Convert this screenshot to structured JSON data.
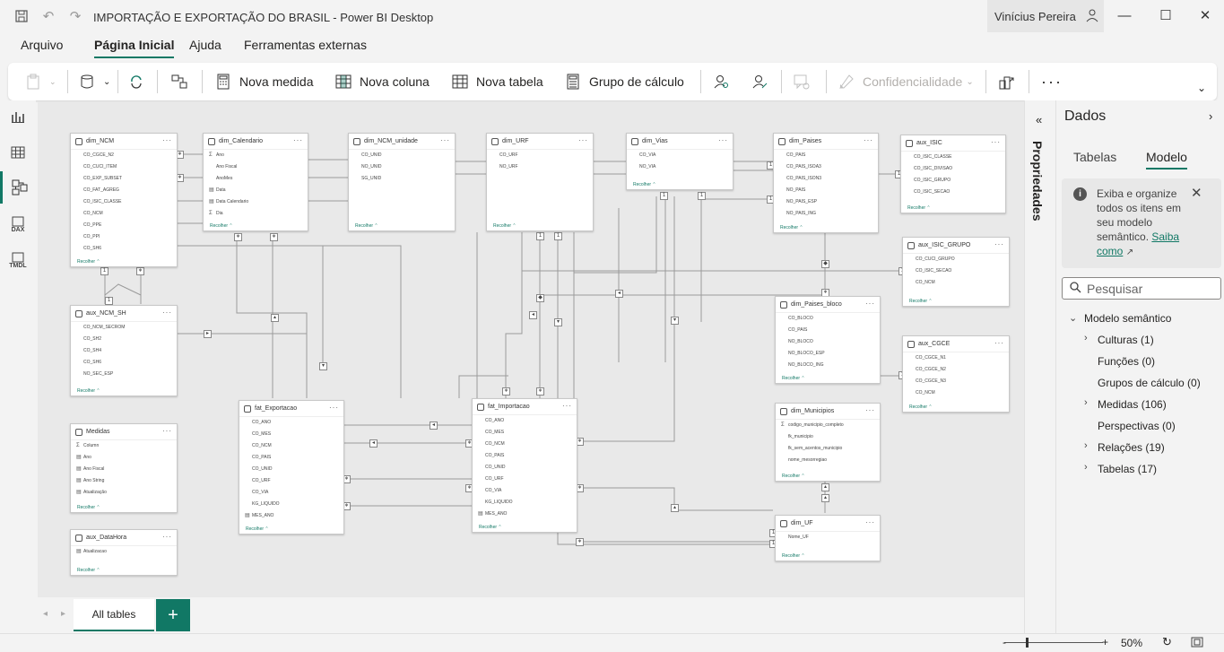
{
  "window": {
    "title": "IMPORTAÇÃO E EXPORTAÇÃO DO BRASIL - Power BI Desktop",
    "user": "Vinícius Pereira"
  },
  "menu": [
    "Arquivo",
    "Página Inicial",
    "Ajuda",
    "Ferramentas externas"
  ],
  "ribbon": {
    "nova_medida": "Nova medida",
    "nova_coluna": "Nova coluna",
    "nova_tabela": "Nova tabela",
    "grupo_calculo": "Grupo de cálculo",
    "confidencialidade": "Confidencialidade"
  },
  "rail": {
    "dax": "DAX",
    "tmdl": "TMDL"
  },
  "canvas": {
    "recolher": "Recolher",
    "tables": [
      {
        "name": "dim_NCM",
        "fields": [
          [
            "",
            "CO_CGCE_N2"
          ],
          [
            "",
            "CO_CUCI_ITEM"
          ],
          [
            "",
            "CO_EXP_SUBSET"
          ],
          [
            "",
            "CO_FAT_AGREG"
          ],
          [
            "",
            "CO_ISIC_CLASSE"
          ],
          [
            "",
            "CO_NCM"
          ],
          [
            "",
            "CO_PPE"
          ],
          [
            "",
            "CO_PPI"
          ],
          [
            "",
            "CO_SH6"
          ]
        ]
      },
      {
        "name": "dim_Calendario",
        "fields": [
          [
            "Σ",
            "Ano"
          ],
          [
            "",
            "Ano Fiscal"
          ],
          [
            "",
            "AnoMes"
          ],
          [
            "▤",
            "Data"
          ],
          [
            "▤",
            "Data Calendario"
          ],
          [
            "Σ",
            "Dia"
          ]
        ]
      },
      {
        "name": "dim_NCM_unidade",
        "fields": [
          [
            "",
            "CO_UNID"
          ],
          [
            "",
            "NO_UNID"
          ],
          [
            "",
            "SG_UNID"
          ]
        ]
      },
      {
        "name": "dim_URF",
        "fields": [
          [
            "",
            "CO_URF"
          ],
          [
            "",
            "NO_URF"
          ]
        ]
      },
      {
        "name": "dim_Vias",
        "fields": [
          [
            "",
            "CO_VIA"
          ],
          [
            "",
            "NO_VIA"
          ]
        ]
      },
      {
        "name": "dim_Paises",
        "fields": [
          [
            "",
            "CO_PAIS"
          ],
          [
            "",
            "CO_PAIS_ISOA3"
          ],
          [
            "",
            "CO_PAIS_ISON3"
          ],
          [
            "",
            "NO_PAIS"
          ],
          [
            "",
            "NO_PAIS_ESP"
          ],
          [
            "",
            "NO_PAIS_ING"
          ]
        ]
      },
      {
        "name": "aux_ISIC",
        "fields": [
          [
            "",
            "CO_ISIC_CLASSE"
          ],
          [
            "",
            "CO_ISIC_DIVISAO"
          ],
          [
            "",
            "CO_ISIC_GRUPO"
          ],
          [
            "",
            "CO_ISIC_SECAO"
          ]
        ]
      },
      {
        "name": "aux_ISIC_GRUPO",
        "fields": [
          [
            "",
            "CO_CUCI_GRUPO"
          ],
          [
            "",
            "CO_ISIC_SECAO"
          ],
          [
            "",
            "CO_NCM"
          ]
        ]
      },
      {
        "name": "aux_NCM_SH",
        "fields": [
          [
            "",
            "CO_NCM_SECROM"
          ],
          [
            "",
            "CO_SH2"
          ],
          [
            "",
            "CO_SH4"
          ],
          [
            "",
            "CO_SH6"
          ],
          [
            "",
            "NO_SEC_ESP"
          ]
        ]
      },
      {
        "name": "dim_Paises_bloco",
        "fields": [
          [
            "",
            "CO_BLOCO"
          ],
          [
            "",
            "CO_PAIS"
          ],
          [
            "",
            "NO_BLOCO"
          ],
          [
            "",
            "NO_BLOCO_ESP"
          ],
          [
            "",
            "NO_BLOCO_ING"
          ]
        ]
      },
      {
        "name": "aux_CGCE",
        "fields": [
          [
            "",
            "CO_CGCE_N1"
          ],
          [
            "",
            "CO_CGCE_N2"
          ],
          [
            "",
            "CO_CGCE_N3"
          ],
          [
            "",
            "CO_NCM"
          ]
        ]
      },
      {
        "name": "Medidas",
        "fields": [
          [
            "Σ",
            "Column"
          ],
          [
            "▤",
            "Ano"
          ],
          [
            "▤",
            "Ano Fiscal"
          ],
          [
            "▤",
            "Ano String"
          ],
          [
            "▤",
            "Atualização"
          ]
        ]
      },
      {
        "name": "fat_Exportacao",
        "fields": [
          [
            "",
            "CO_ANO"
          ],
          [
            "",
            "CO_MES"
          ],
          [
            "",
            "CO_NCM"
          ],
          [
            "",
            "CO_PAIS"
          ],
          [
            "",
            "CO_UNID"
          ],
          [
            "",
            "CO_URF"
          ],
          [
            "",
            "CO_VIA"
          ],
          [
            "",
            "KG_LIQUIDO"
          ],
          [
            "▤",
            "MES_ANO"
          ]
        ]
      },
      {
        "name": "fat_Importacao",
        "fields": [
          [
            "",
            "CO_ANO"
          ],
          [
            "",
            "CO_MES"
          ],
          [
            "",
            "CO_NCM"
          ],
          [
            "",
            "CO_PAIS"
          ],
          [
            "",
            "CO_UNID"
          ],
          [
            "",
            "CO_URF"
          ],
          [
            "",
            "CO_VIA"
          ],
          [
            "",
            "KG_LIQUIDO"
          ],
          [
            "▤",
            "MES_ANO"
          ]
        ]
      },
      {
        "name": "dim_Municipios",
        "fields": [
          [
            "Σ",
            "codigo_municipio_completo"
          ],
          [
            "",
            "fk_municipio"
          ],
          [
            "",
            "fk_sem_acentos_municipio"
          ],
          [
            "",
            "nome_mesorregiao"
          ]
        ]
      },
      {
        "name": "dim_UF",
        "fields": [
          [
            "",
            "Nome_UF"
          ]
        ]
      },
      {
        "name": "aux_DataHora",
        "fields": [
          [
            "▤",
            "Atualizacao"
          ]
        ]
      }
    ]
  },
  "bottom": {
    "tab": "All tables",
    "zoom": "50%"
  },
  "properties": {
    "label": "Propriedades"
  },
  "data_pane": {
    "title": "Dados",
    "tabs": [
      "Tabelas",
      "Modelo"
    ],
    "info_text": "Exiba e organize todos os itens em seu modelo semântico.",
    "info_link": "Saiba como",
    "search_placeholder": "Pesquisar",
    "root": "Modelo semântico",
    "items": [
      "Culturas (1)",
      "Funções (0)",
      "Grupos de cálculo (0)",
      "Medidas (106)",
      "Perspectivas (0)",
      "Relações (19)",
      "Tabelas (17)"
    ]
  },
  "colors": {
    "accent": "#117865",
    "canvas": "#e9e9e9"
  }
}
